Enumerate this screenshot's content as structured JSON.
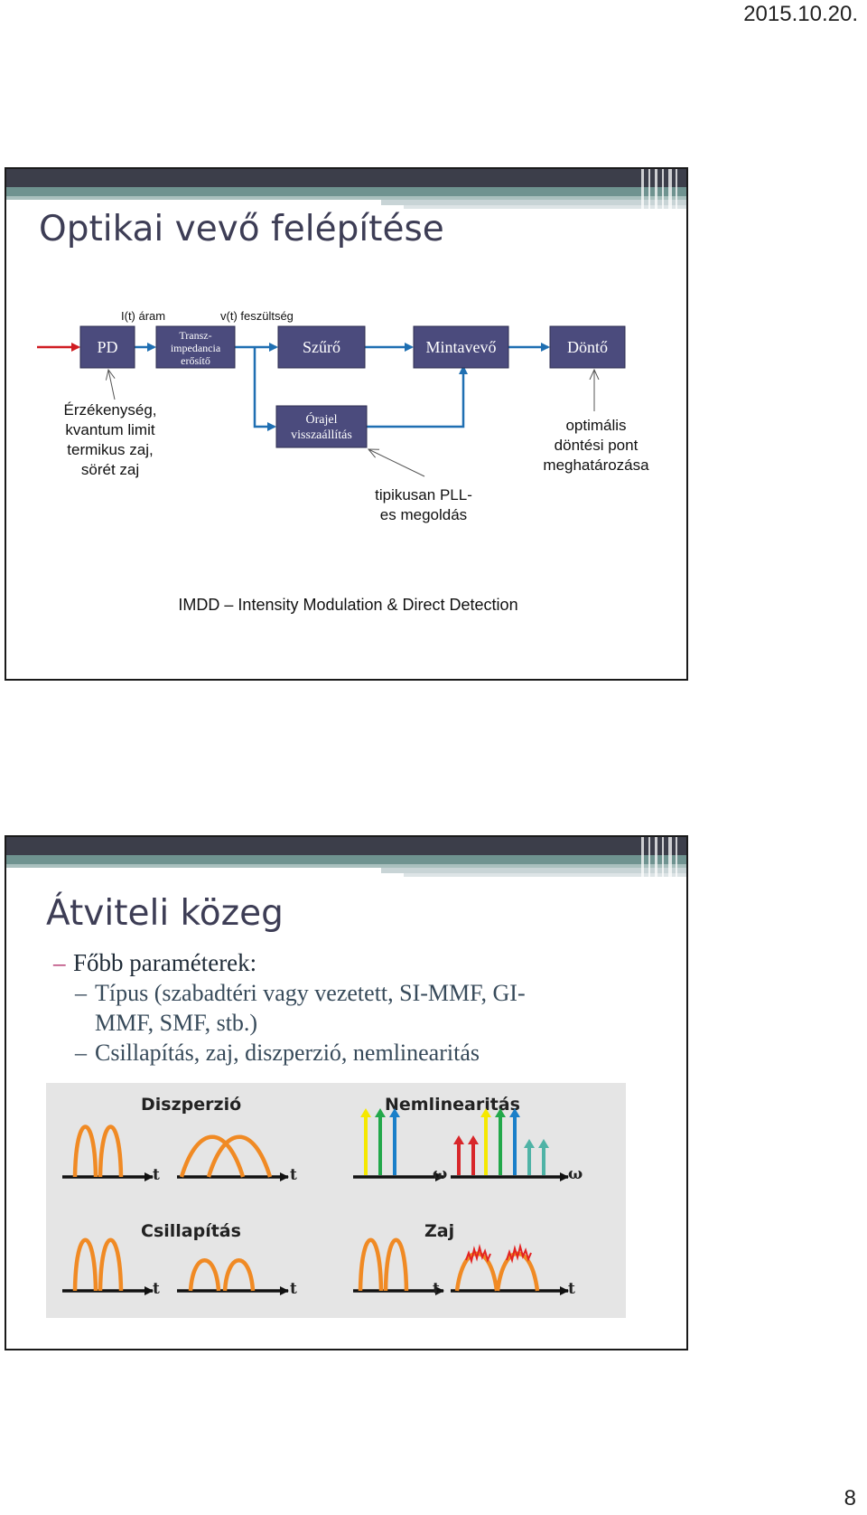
{
  "page": {
    "date": "2015.10.20.",
    "number": "8"
  },
  "slide1": {
    "title": "Optikai vevő felépítése",
    "signal_labels": {
      "current": "I(t) áram",
      "voltage": "v(t) feszültség"
    },
    "boxes": {
      "pd": "PD",
      "tia": [
        "Transz-",
        "impedancia",
        "erősítő"
      ],
      "filter": "Szűrő",
      "sampler": "Mintavevő",
      "decision": "Döntő",
      "clock": [
        "Órajel",
        "visszaállítás"
      ]
    },
    "annotations": {
      "pd_notes": [
        "Érzékenység,",
        "kvantum limit",
        "termikus zaj,",
        "sörét zaj"
      ],
      "pll_note": [
        "tipikusan PLL-",
        "es megoldás"
      ],
      "decision_note": [
        "optimális",
        "döntési pont",
        "meghatározása"
      ]
    },
    "footer": "IMDD – Intensity Modulation & Direct Detection",
    "colors": {
      "box_fill": "#4b4b7d",
      "line": "#1f6fb2",
      "input_arrow": "#d01c22"
    }
  },
  "slide2": {
    "title": "Átviteli közeg",
    "bullets": {
      "level1": "Főbb paraméterek:",
      "level2": [
        "Típus (szabadtéri vagy vezetett, SI-MMF, GI-",
        "MMF, SMF, stb.)",
        "Csillapítás, zaj, diszperzió, nemlinearitás"
      ]
    },
    "figure": {
      "labels": {
        "dispersion": "Diszperzió",
        "nonlinearity": "Nemlinearitás",
        "attenuation": "Csillapítás",
        "noise": "Zaj"
      },
      "axis": {
        "time": "t",
        "freq": "ω"
      },
      "colors": {
        "pulse": "#f08a24",
        "noise": "#e32222",
        "yellow": "#f5e800",
        "green": "#22a84a",
        "blue": "#1a7fc9",
        "red": "#d8262a",
        "teal": "#4fb3a6"
      }
    }
  }
}
